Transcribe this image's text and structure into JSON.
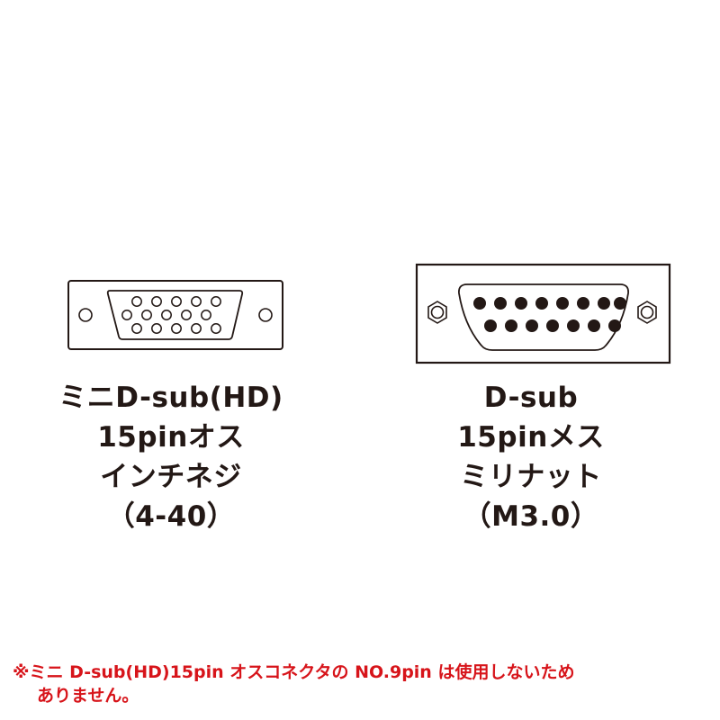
{
  "connectors": {
    "left": {
      "type": "mini-dsub-hd15-male",
      "label_lines": [
        "ミニD-sub(HD)",
        "15pinオス",
        "インチネジ",
        "（4-40）"
      ],
      "pin_rows": [
        5,
        5,
        5
      ]
    },
    "right": {
      "type": "dsub15-female",
      "label_lines": [
        "D-sub",
        "15pinメス",
        "ミリナット",
        "（M3.0）"
      ],
      "pin_rows": [
        8,
        7
      ]
    }
  },
  "footnote": {
    "line1": "※ミニ D-sub(HD)15pin オスコネクタの NO.9pin は使用しないため",
    "line2": "ありません。"
  },
  "colors": {
    "stroke": "#231815",
    "note": "#d7141a",
    "background": "#ffffff"
  }
}
